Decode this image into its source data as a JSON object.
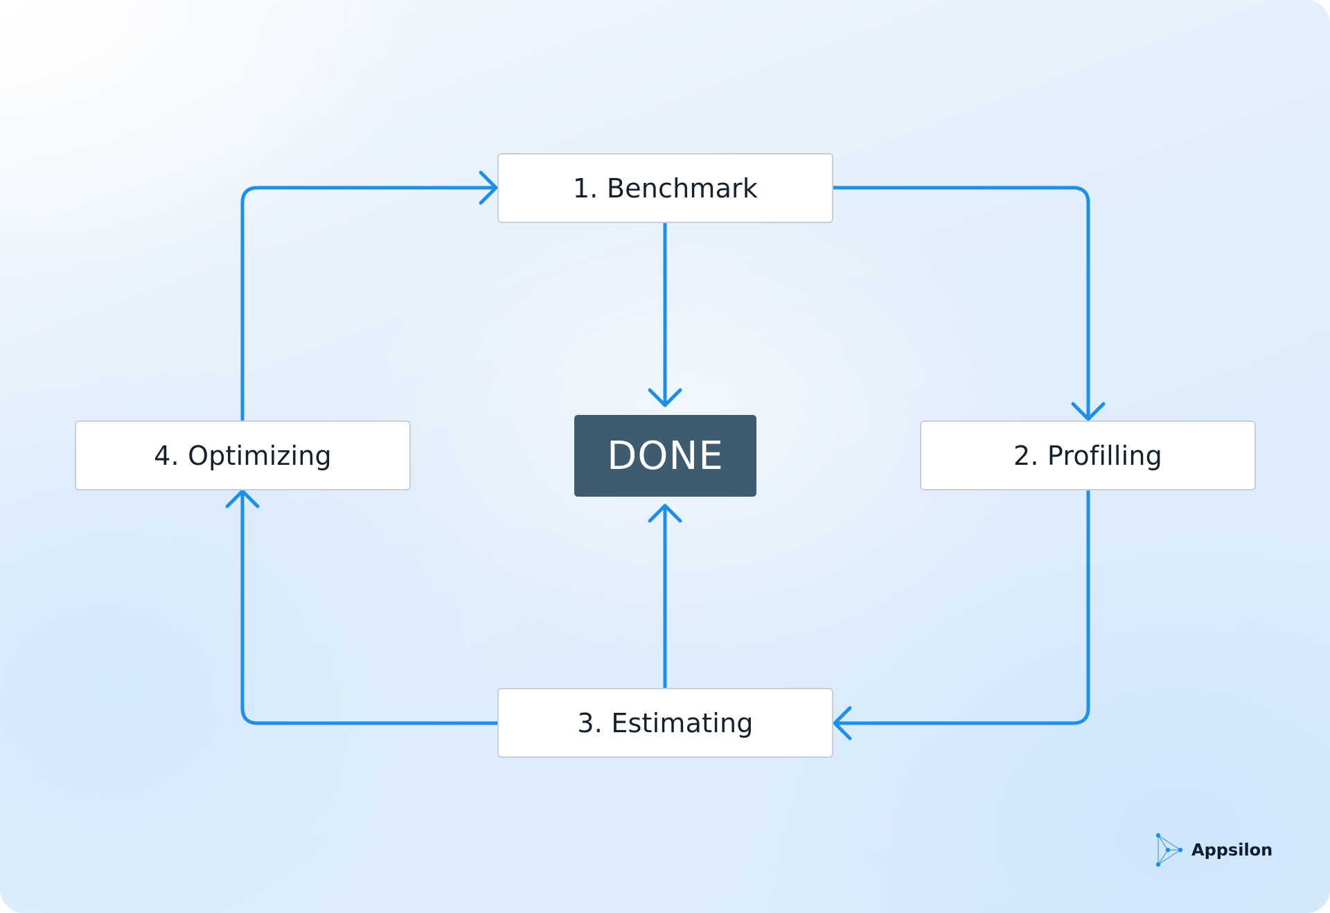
{
  "diagram": {
    "nodes": {
      "benchmark": "1. Benchmark",
      "profiling": "2. Profilling",
      "estimating": "3. Estimating",
      "optimizing": "4. Optimizing",
      "done": "DONE"
    },
    "edges": [
      {
        "from": "benchmark",
        "to": "profiling"
      },
      {
        "from": "profiling",
        "to": "estimating"
      },
      {
        "from": "estimating",
        "to": "optimizing"
      },
      {
        "from": "optimizing",
        "to": "benchmark"
      },
      {
        "from": "benchmark",
        "to": "done"
      },
      {
        "from": "estimating",
        "to": "done"
      }
    ],
    "colors": {
      "arrow": "#1a8ff0",
      "done_fill": "#3e5b70",
      "box_border": "#c9ced4"
    }
  },
  "brand": {
    "name": "Appsilon",
    "icon": "appsilon-logo-icon"
  }
}
